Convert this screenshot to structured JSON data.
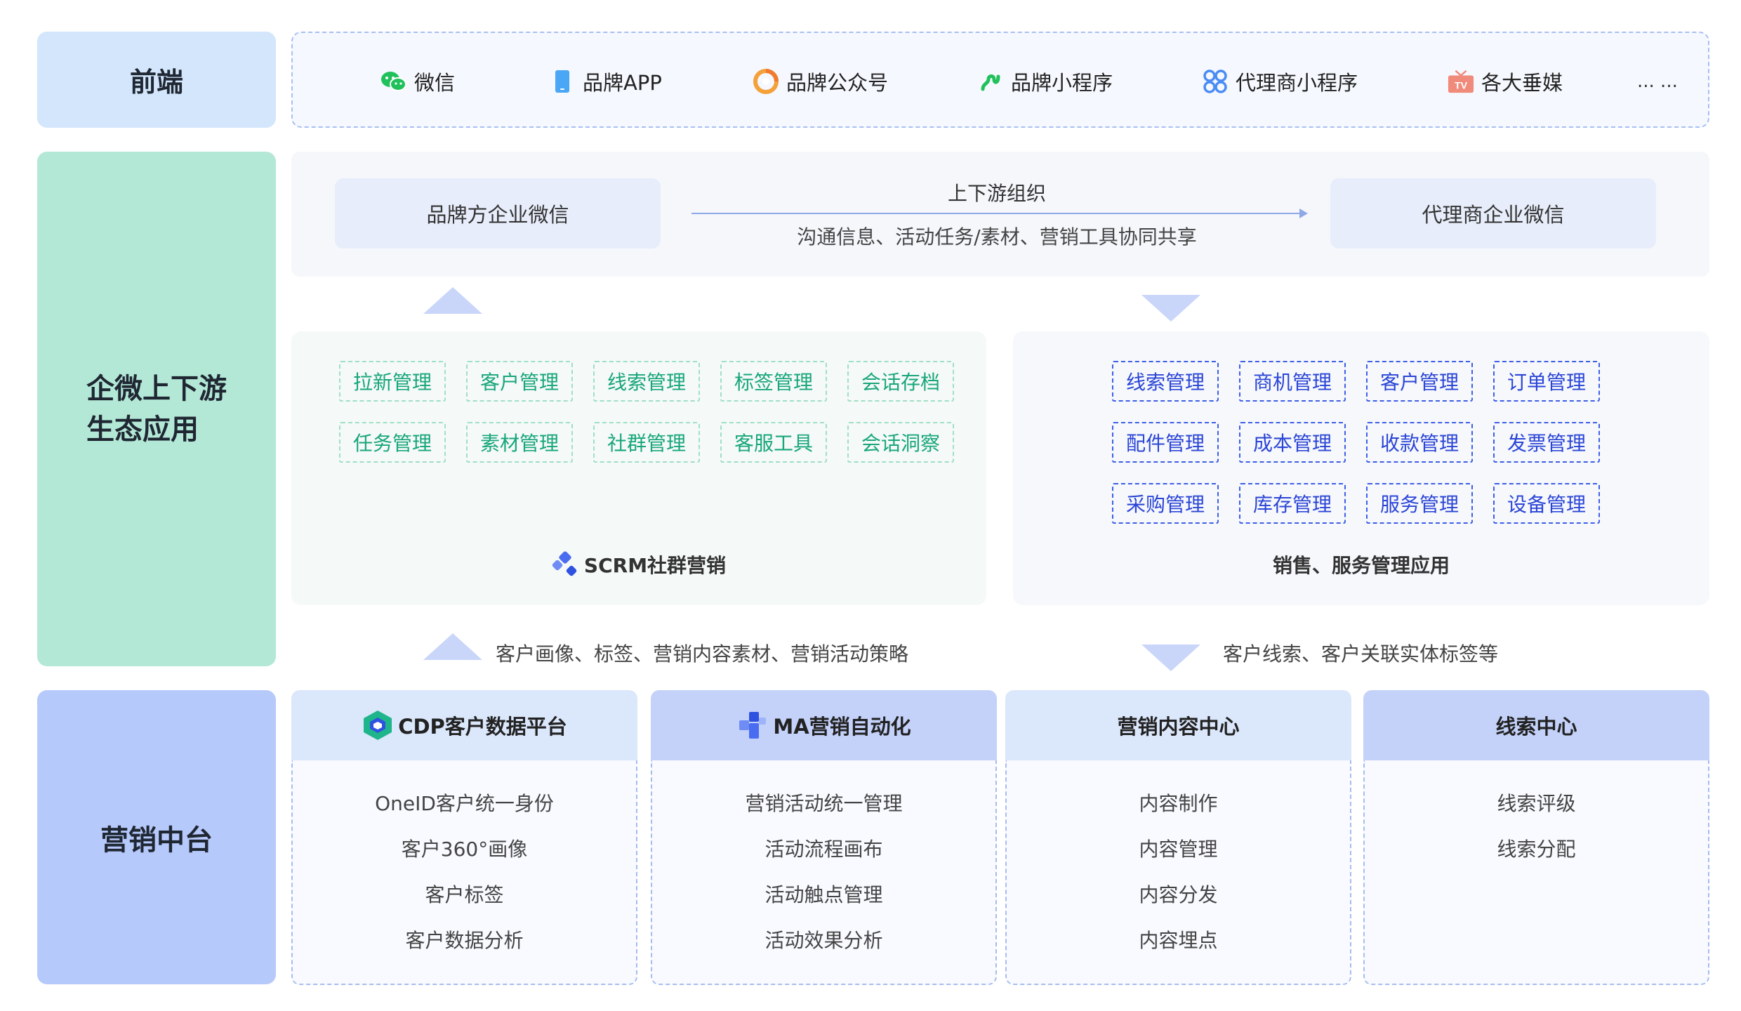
{
  "sections": {
    "front_label": "前端",
    "eco_label_line1": "企微上下游",
    "eco_label_line2": "生态应用",
    "mkt_label": "营销中台"
  },
  "front": {
    "items": [
      {
        "label": "微信",
        "icon": "wechat-icon",
        "color": "#20c15b"
      },
      {
        "label": "品牌APP",
        "icon": "phone-icon",
        "color": "#4aa7f5"
      },
      {
        "label": "品牌公众号",
        "icon": "official-account-icon",
        "color": "#f4a13a"
      },
      {
        "label": "品牌小程序",
        "icon": "mini-program-icon",
        "color": "#20c15b"
      },
      {
        "label": "代理商小程序",
        "icon": "grid-flower-icon",
        "color": "#4a8cf5"
      },
      {
        "label": "各大垂媒",
        "icon": "tv-icon",
        "color": "#f08a7a"
      }
    ],
    "more": "... ..."
  },
  "eco_top": {
    "left_box": "品牌方企业微信",
    "right_box": "代理商企业微信",
    "link_title": "上下游组织",
    "link_sub": "沟通信息、活动任务/素材、营销工具协同共享"
  },
  "scrm": {
    "tags": [
      "拉新管理",
      "客户管理",
      "线索管理",
      "标签管理",
      "会话存档",
      "任务管理",
      "素材管理",
      "社群管理",
      "客服工具",
      "会话洞察"
    ],
    "footer": "SCRM社群营销",
    "accent": "#18a67a"
  },
  "sales": {
    "tags": [
      "线索管理",
      "商机管理",
      "客户管理",
      "订单管理",
      "配件管理",
      "成本管理",
      "收款管理",
      "发票管理",
      "采购管理",
      "库存管理",
      "服务管理",
      "设备管理"
    ],
    "footer": "销售、服务管理应用",
    "accent": "#2b45d6"
  },
  "captions": {
    "left": "客户画像、标签、营销内容素材、营销活动策略",
    "right": "客户线索、客户关联实体标签等"
  },
  "columns": [
    {
      "title": "CDP客户数据平台",
      "icon": "cdp-icon",
      "head_color": "#dbe7fb",
      "items": [
        "OneID客户统一身份",
        "客户360°画像",
        "客户标签",
        "客户数据分析"
      ]
    },
    {
      "title": "MA营销自动化",
      "icon": "ma-icon",
      "head_color": "#c4d2fa",
      "items": [
        "营销活动统一管理",
        "活动流程画布",
        "活动触点管理",
        "活动效果分析"
      ]
    },
    {
      "title": "营销内容中心",
      "icon": "",
      "head_color": "#dbe7fb",
      "items": [
        "内容制作",
        "内容管理",
        "内容分发",
        "内容埋点"
      ]
    },
    {
      "title": "线索中心",
      "icon": "",
      "head_color": "#c4d2fa",
      "items": [
        "线索评级",
        "线索分配"
      ]
    }
  ]
}
